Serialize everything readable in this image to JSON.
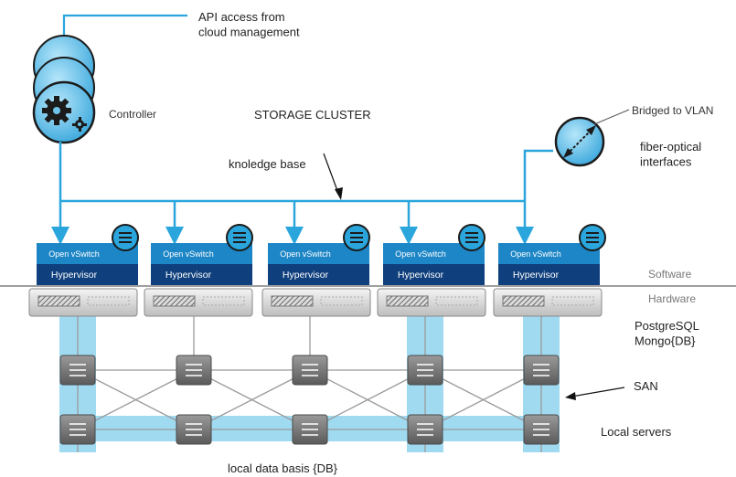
{
  "labels": {
    "api_access": "API access from\ncloud management",
    "controller": "Controller",
    "storage_cluster": "STORAGE CLUSTER",
    "knowledge_base": "knoledge base",
    "bridged_vlan": "Bridged to VLAN",
    "fiber_optical": "fiber-optical\ninterfaces",
    "software": "Software",
    "hardware": "Hardware",
    "postgresql": "PostgreSQL\nMongo{DB}",
    "san": "SAN",
    "local_servers": "Local servers",
    "local_db": "local  data basis {DB}"
  },
  "node": {
    "ovs_label": "Open vSwitch",
    "hypervisor_label": "Hypervisor"
  },
  "node_count": 5,
  "colors": {
    "accent": "#2aa6dd",
    "pale": "#8fd4ef",
    "ovs": "#1d86c6",
    "hypervisor": "#0f3f7c"
  },
  "icons": {
    "controller": "gear-stack-icon",
    "vswitch": "switch-arrows-icon",
    "server": "server-appliance-icon",
    "network_switch": "network-switch-icon",
    "bridge": "bridge-arrows-icon"
  }
}
